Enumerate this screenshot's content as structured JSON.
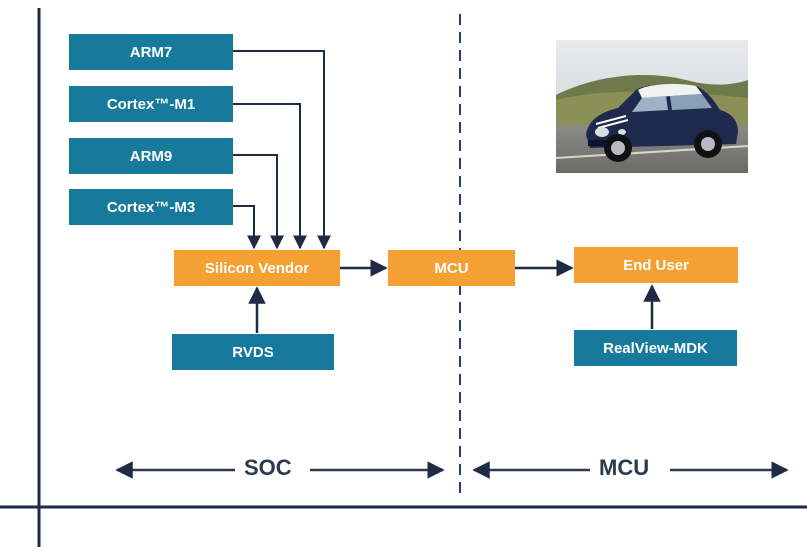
{
  "diagram": {
    "cores": [
      "ARM7",
      "Cortex™-M1",
      "ARM9",
      "Cortex™-M3"
    ],
    "silicon_vendor": "Silicon Vendor",
    "mcu_box": "MCU",
    "end_user": "End User",
    "rvds": "RVDS",
    "realview_mdk": "RealView-MDK",
    "region_soc": "SOC",
    "region_mcu": "MCU"
  },
  "colors": {
    "core_box": "#177a9c",
    "vendor_box": "#f5a032",
    "arrow": "#1f2a44"
  },
  "image": {
    "subject": "car-photo"
  }
}
